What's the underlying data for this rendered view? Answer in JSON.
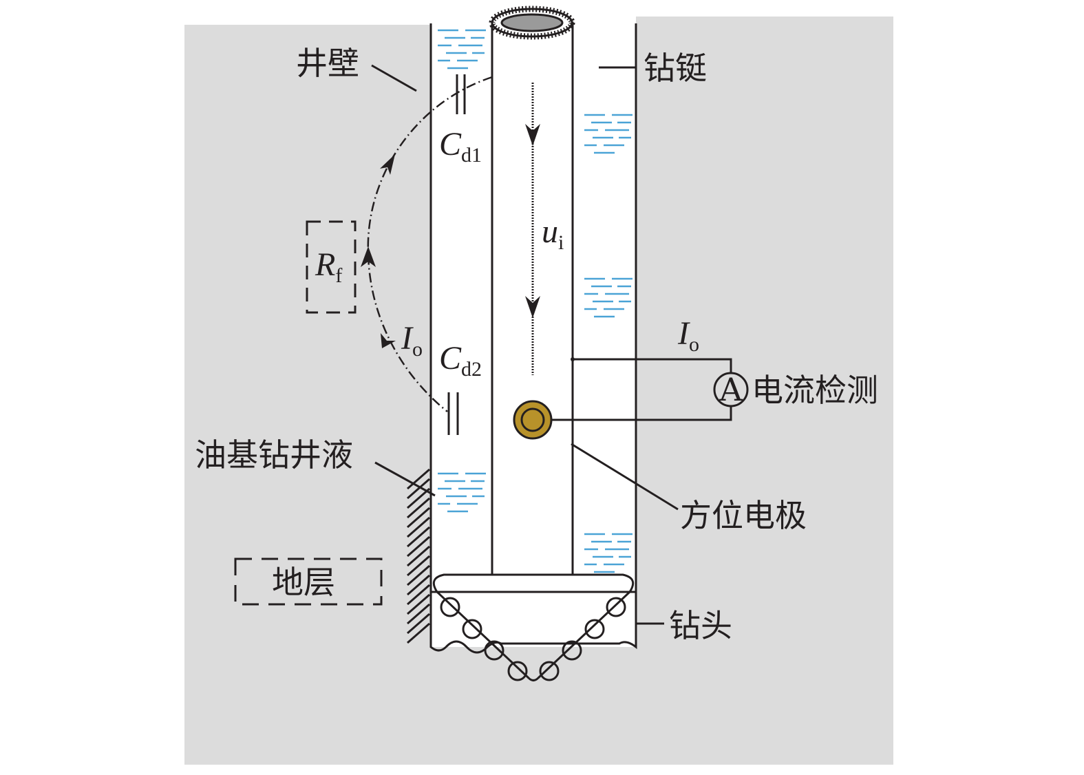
{
  "labels": {
    "well_wall": "井壁",
    "drill_collar": "钻铤",
    "oil_mud": "油基钻井液",
    "formation": "地层",
    "current_detect": "电流检测",
    "azimuth_electrode": "方位电极",
    "drill_bit": "钻头",
    "ammeter": "A"
  },
  "symbols": {
    "cd1": {
      "main": "C",
      "sub": "d1"
    },
    "cd2": {
      "main": "C",
      "sub": "d2"
    },
    "ui": {
      "main": "u",
      "sub": "i"
    },
    "rf": {
      "main": "R",
      "sub": "f"
    },
    "io_left": {
      "main": "I",
      "sub": "o"
    },
    "io_right": {
      "main": "I",
      "sub": "o"
    }
  },
  "colors": {
    "background": "#dcdcdc",
    "mud_dash": "#4aa3d6",
    "electrode": "#b8922a"
  }
}
